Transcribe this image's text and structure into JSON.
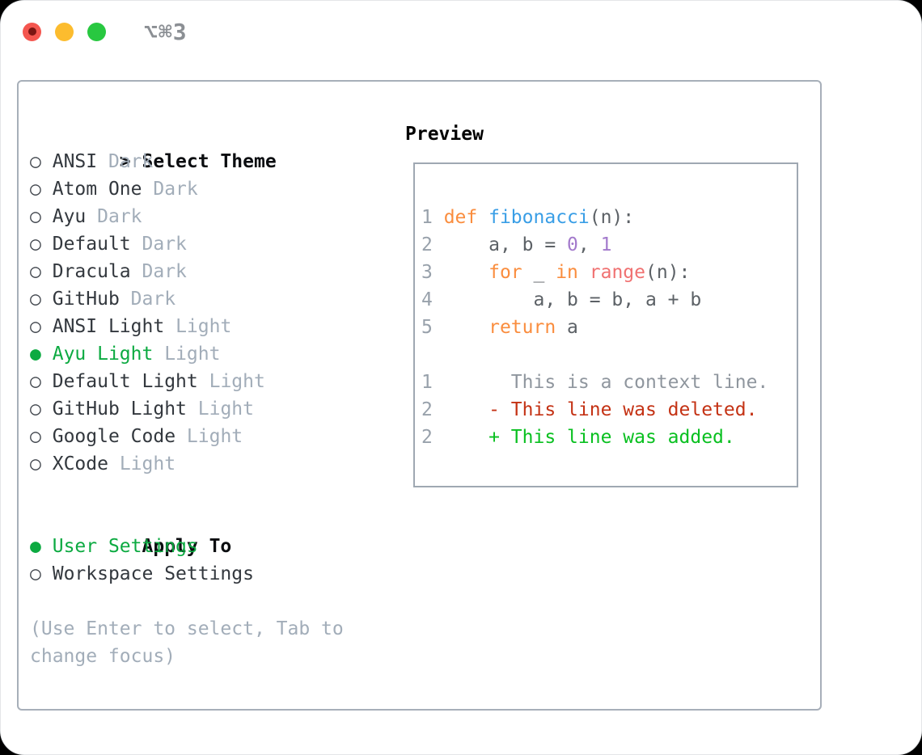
{
  "window": {
    "title": "⌥⌘3"
  },
  "left_panel": {
    "header_marker": ">",
    "header": "Select Theme",
    "unselected_marker": "○",
    "selected_marker": "●",
    "themes": [
      {
        "name": "ANSI",
        "variant": "Dark",
        "selected": false
      },
      {
        "name": "Atom One",
        "variant": "Dark",
        "selected": false
      },
      {
        "name": "Ayu",
        "variant": "Dark",
        "selected": false
      },
      {
        "name": "Default",
        "variant": "Dark",
        "selected": false
      },
      {
        "name": "Dracula",
        "variant": "Dark",
        "selected": false
      },
      {
        "name": "GitHub",
        "variant": "Dark",
        "selected": false
      },
      {
        "name": "ANSI Light",
        "variant": "Light",
        "selected": false
      },
      {
        "name": "Ayu Light",
        "variant": "Light",
        "selected": true
      },
      {
        "name": "Default Light",
        "variant": "Light",
        "selected": false
      },
      {
        "name": "GitHub Light",
        "variant": "Light",
        "selected": false
      },
      {
        "name": "Google Code",
        "variant": "Light",
        "selected": false
      },
      {
        "name": "XCode",
        "variant": "Light",
        "selected": false
      }
    ],
    "apply_to": {
      "header": "Apply To",
      "options": [
        {
          "label": "User Settings",
          "selected": true
        },
        {
          "label": "Workspace Settings",
          "selected": false
        }
      ]
    },
    "help_lines": [
      "(Use Enter to select, Tab to",
      "change focus)"
    ]
  },
  "preview": {
    "header": "Preview",
    "lines": [
      {
        "tokens": [
          [
            "1 ",
            "lineno"
          ],
          [
            "def",
            "keyword"
          ],
          [
            " ",
            "fg"
          ],
          [
            "fibonacci",
            "function"
          ],
          [
            "(n):",
            "fg"
          ]
        ]
      },
      {
        "tokens": [
          [
            "2 ",
            "lineno"
          ],
          [
            "    a, b = ",
            "fg"
          ],
          [
            "0",
            "number"
          ],
          [
            ", ",
            "fg"
          ],
          [
            "1",
            "number"
          ]
        ]
      },
      {
        "tokens": [
          [
            "3 ",
            "lineno"
          ],
          [
            "    ",
            "fg"
          ],
          [
            "for",
            "keyword"
          ],
          [
            " _ ",
            "fg"
          ],
          [
            "in",
            "keyword"
          ],
          [
            " ",
            "fg"
          ],
          [
            "range",
            "builtin"
          ],
          [
            "(n):",
            "fg"
          ]
        ]
      },
      {
        "tokens": [
          [
            "4 ",
            "lineno"
          ],
          [
            "        a, b = b, a + b",
            "fg"
          ]
        ]
      },
      {
        "tokens": [
          [
            "5 ",
            "lineno"
          ],
          [
            "    ",
            "fg"
          ],
          [
            "return",
            "keyword"
          ],
          [
            " a",
            "fg"
          ]
        ]
      },
      {
        "tokens": []
      },
      {
        "tokens": [
          [
            "1 ",
            "lineno"
          ],
          [
            "      This is a context line.",
            "context"
          ]
        ]
      },
      {
        "tokens": [
          [
            "2 ",
            "lineno"
          ],
          [
            "    - This line was deleted.",
            "deleted"
          ]
        ]
      },
      {
        "tokens": [
          [
            "2 ",
            "lineno"
          ],
          [
            "    + This line was added.",
            "added"
          ]
        ]
      }
    ]
  },
  "colors": {
    "traffic_red": "#f4564f",
    "traffic_red_dot": "#7a1512",
    "traffic_yellow": "#fcbc2e",
    "traffic_green": "#28c840",
    "title_gray": "#8b8f94",
    "panel_border": "#a7afb9",
    "preview_border": "#9fa8b2",
    "header_black": "#0b0d10",
    "item_text": "#33383e",
    "marker_gray": "#41464d",
    "accent_green": "#0caa41",
    "muted": "#a2adb9",
    "lineno": "#98a1ab",
    "fg": "#5c6166",
    "keyword": "#fa8d3e",
    "function": "#399ee6",
    "number": "#a37acc",
    "builtin": "#f07171",
    "context": "#8f969e",
    "deleted": "#c43214",
    "added": "#09c020"
  }
}
